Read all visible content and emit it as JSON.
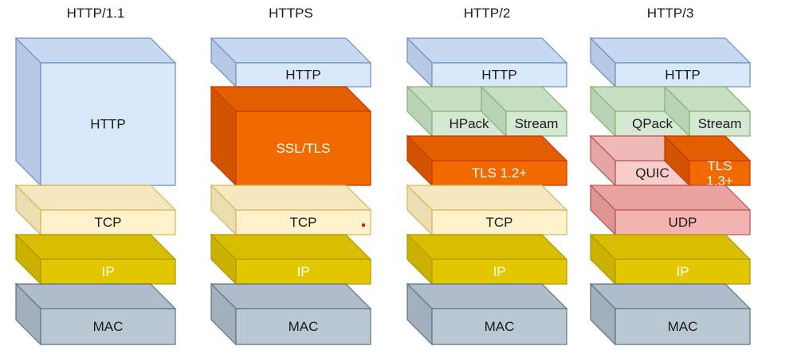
{
  "colors": {
    "http": {
      "front": "#dae8fc",
      "top": "#c7d8f2",
      "side": "#b6c8e4",
      "stroke": "#6c8ebf",
      "text": "#1a1a1a"
    },
    "tls": {
      "front": "#f06a00",
      "top": "#e35e00",
      "side": "#d25400",
      "stroke": "#c73500",
      "text": "#ffffff"
    },
    "tcp": {
      "front": "#fff2cc",
      "top": "#f5e8c0",
      "side": "#ecdeb2",
      "stroke": "#d6b656",
      "text": "#1a1a1a"
    },
    "ip": {
      "front": "#e3c800",
      "top": "#d8bd00",
      "side": "#cbb100",
      "stroke": "#b09500",
      "text": "#ffffff"
    },
    "mac": {
      "front": "#bac8d3",
      "top": "#aebdc9",
      "side": "#a1b0bc",
      "stroke": "#5f7381",
      "text": "#1a1a1a"
    },
    "green": {
      "front": "#d5e8d4",
      "top": "#c7dec5",
      "side": "#b9d3b7",
      "stroke": "#82b366",
      "text": "#1a1a1a"
    },
    "red": {
      "front": "#f8cecc",
      "top": "#efb9b7",
      "side": "#e4a6a4",
      "stroke": "#b85450",
      "text": "#1a1a1a"
    },
    "udp": {
      "front": "#f3b3b1",
      "top": "#eaa3a1",
      "side": "#de9492",
      "stroke": "#b85450",
      "text": "#1a1a1a"
    }
  },
  "stacks": [
    {
      "title": "HTTP/1.1",
      "blocks": [
        {
          "label": "HTTP",
          "style": "http",
          "rows": [
            0,
            3
          ]
        },
        {
          "label": "TCP",
          "style": "tcp",
          "rows": [
            3,
            4
          ]
        },
        {
          "label": "IP",
          "style": "ip",
          "rows": [
            4,
            5
          ]
        },
        {
          "label": "MAC",
          "style": "mac",
          "rows": [
            5,
            6
          ]
        }
      ]
    },
    {
      "title": "HTTPS",
      "blocks": [
        {
          "label": "HTTP",
          "style": "http",
          "rows": [
            0,
            1
          ]
        },
        {
          "label": "SSL/TLS",
          "style": "tls",
          "rows": [
            1,
            3
          ]
        },
        {
          "label": "TCP",
          "style": "tcp",
          "rows": [
            3,
            4
          ]
        },
        {
          "label": "IP",
          "style": "ip",
          "rows": [
            4,
            5
          ]
        },
        {
          "label": "MAC",
          "style": "mac",
          "rows": [
            5,
            6
          ]
        }
      ]
    },
    {
      "title": "HTTP/2",
      "blocks": [
        {
          "label": "HTTP",
          "style": "http",
          "rows": [
            0,
            1
          ]
        },
        {
          "label": "HPack",
          "style": "green",
          "rows": [
            1,
            2
          ],
          "part": "left"
        },
        {
          "label": "Stream",
          "style": "green",
          "rows": [
            1,
            2
          ],
          "part": "right"
        },
        {
          "label": "TLS 1.2+",
          "style": "tls",
          "rows": [
            2,
            3
          ]
        },
        {
          "label": "TCP",
          "style": "tcp",
          "rows": [
            3,
            4
          ]
        },
        {
          "label": "IP",
          "style": "ip",
          "rows": [
            4,
            5
          ]
        },
        {
          "label": "MAC",
          "style": "mac",
          "rows": [
            5,
            6
          ]
        }
      ]
    },
    {
      "title": "HTTP/3",
      "blocks": [
        {
          "label": "HTTP",
          "style": "http",
          "rows": [
            0,
            1
          ]
        },
        {
          "label": "QPack",
          "style": "green",
          "rows": [
            1,
            2
          ],
          "part": "left"
        },
        {
          "label": "Stream",
          "style": "green",
          "rows": [
            1,
            2
          ],
          "part": "right"
        },
        {
          "label": "QUIC",
          "style": "red",
          "rows": [
            2,
            3
          ],
          "part": "left"
        },
        {
          "label": "TLS\n1.3+",
          "style": "tls",
          "rows": [
            2,
            3
          ],
          "part": "right"
        },
        {
          "label": "UDP",
          "style": "udp",
          "rows": [
            3,
            4
          ]
        },
        {
          "label": "IP",
          "style": "ip",
          "rows": [
            4,
            5
          ]
        },
        {
          "label": "MAC",
          "style": "mac",
          "rows": [
            5,
            6
          ]
        }
      ]
    }
  ]
}
